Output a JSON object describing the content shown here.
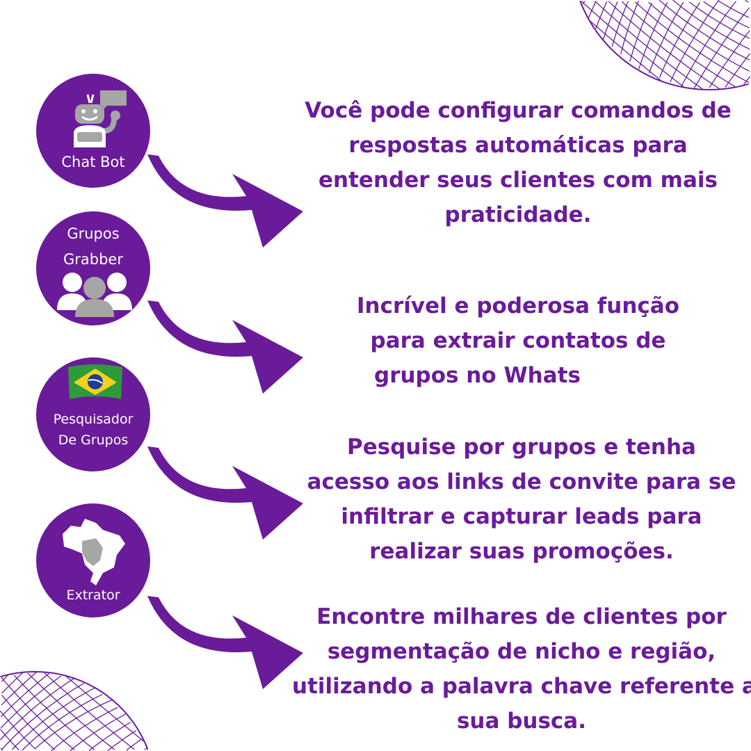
{
  "colors": {
    "purple": "#6a1b9a",
    "icon_gray": "#a6a6a6"
  },
  "features": [
    {
      "label": "Chat Bot",
      "icon": "robot-icon",
      "lines": [
        "Você pode configurar comandos de",
        "respostas automáticas para",
        "entender seus clientes com mais",
        "praticidade."
      ]
    },
    {
      "label_lines": [
        "Grupos",
        "Grabber"
      ],
      "icon": "users-icon",
      "lines": [
        "Incrível e poderosa função",
        "para extrair contatos de",
        "grupos no Whats"
      ]
    },
    {
      "label_lines": [
        "Pesquisador",
        "De Grupos"
      ],
      "icon": "brazil-flag-icon",
      "lines": [
        "Pesquise por grupos e tenha",
        "acesso aos links de convite para se",
        "infiltrar e capturar leads para",
        "realizar suas promoções."
      ]
    },
    {
      "label": "Extrator",
      "icon": "brazil-map-icon",
      "lines": [
        "Encontre milhares de clientes por",
        "segmentação de nicho e região,",
        "utilizando a palavra chave referente a",
        "sua busca."
      ]
    }
  ]
}
